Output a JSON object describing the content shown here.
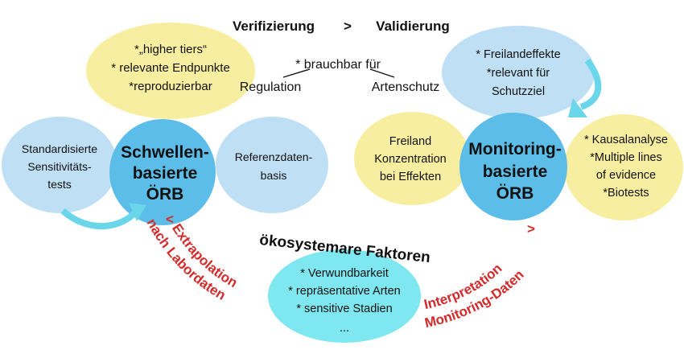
{
  "header": {
    "verification": "Verifizierung",
    "gt": ">",
    "validation": "Validierung"
  },
  "left": {
    "top_bubble": [
      "*„higher tiers“",
      "* relevante Endpunkte",
      "*reproduzierbar"
    ],
    "main_bubble": [
      "Schwellen-",
      "basierte",
      "ÖRB"
    ],
    "left_bubble": [
      "Standardisierte",
      "Sensitivitäts-",
      "tests"
    ],
    "right_bubble": [
      "Referenzdaten-",
      "basis"
    ]
  },
  "center": {
    "usable_for": "* brauchbar für",
    "regulation": "Regulation",
    "species_protection": "Artenschutz"
  },
  "right": {
    "top_bubble": [
      "* Freilandeffekte",
      "*relevant für",
      "Schutzziel"
    ],
    "main_bubble": [
      "Monitoring-",
      "basierte",
      "ÖRB"
    ],
    "left_bubble": [
      "Freiland",
      "Konzentration",
      "bei Effekten"
    ],
    "right_bubble": [
      "* Kausalanalyse",
      "*Multiple lines",
      "of evidence",
      "*Biotests"
    ]
  },
  "bottom": {
    "title": "ökosystemare Faktoren",
    "bubble": [
      "* Verwundbarkeit",
      "* repräsentative Arten",
      "* sensitive Stadien",
      "..."
    ],
    "left_arc_lt": "<",
    "left_arc_line1": "Extrapolation",
    "left_arc_line2": "nach Labordaten",
    "right_arc_gt": ">",
    "right_arc_line1": "Interpretation",
    "right_arc_line2": "Monitoring-Daten"
  },
  "colors": {
    "light_blue": "#bfe0f4",
    "yellow": "#f8ee9f",
    "main_blue": "#5bbde8",
    "cyan": "#7ee7ef",
    "arrow": "#6ad6ea",
    "red_text": "#d42a2a"
  }
}
